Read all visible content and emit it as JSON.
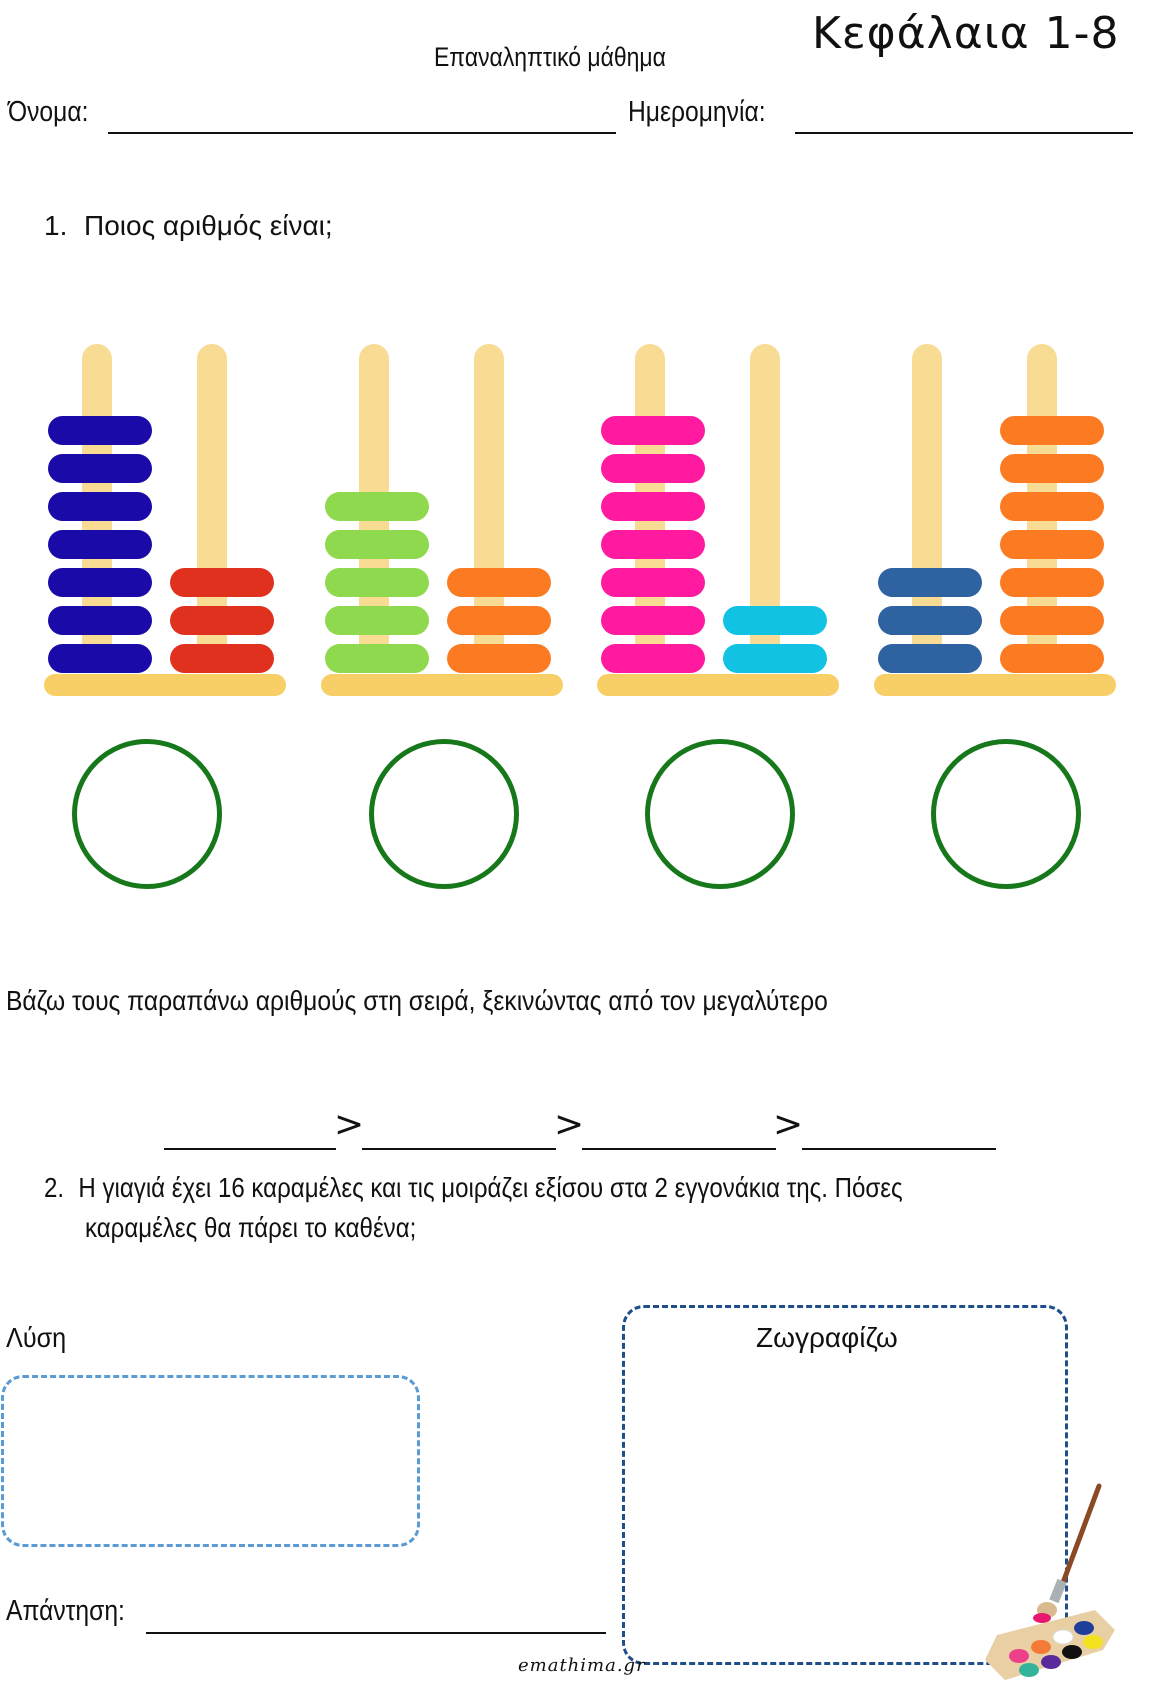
{
  "header": {
    "chapter_title": "Κεφάλαια 1-8",
    "lesson_title": "Επαναληπτικό μάθημα",
    "name_label": "Όνομα:",
    "date_label": "Ημερομηνία:"
  },
  "question1": {
    "number": "1.",
    "text": "Ποιος αριθμός είναι;",
    "abaci": [
      {
        "tens": 7,
        "units": 3,
        "tens_color": "#1a0aa8",
        "units_color": "#e0311f"
      },
      {
        "tens": 5,
        "units": 3,
        "tens_color": "#8fd94e",
        "units_color": "#fb7a22"
      },
      {
        "tens": 7,
        "units": 2,
        "tens_color": "#ff1aa0",
        "units_color": "#12c2e2"
      },
      {
        "tens": 3,
        "units": 7,
        "tens_color": "#2f62a0",
        "units_color": "#fb7a22"
      }
    ],
    "answer_circles": [
      "",
      "",
      "",
      ""
    ],
    "ordering_instruction": "Βάζω τους παραπάνω αριθμούς στη σειρά, ξεκινώντας από τον μεγαλύτερο",
    "ordering_symbol": ">",
    "ordering_blanks": [
      "",
      "",
      "",
      ""
    ]
  },
  "question2": {
    "number": "2.",
    "text_line1": "Η γιαγιά έχει 16 καραμέλες και τις μοιράζει εξίσου στα 2 εγγονάκια της. Πόσες",
    "text_line2": "καραμέλες θα πάρει το καθένα;",
    "solution_label": "Λύση",
    "draw_label": "Ζωγραφίζω",
    "answer_label": "Απάντηση:"
  },
  "colors": {
    "rod": "#f9dc93",
    "base": "#f8cf66",
    "circle": "#16781a",
    "solution_box": "#5b9bd5",
    "draw_box": "#1f4e8c"
  },
  "footer": {
    "brand": "emathima.gr"
  }
}
